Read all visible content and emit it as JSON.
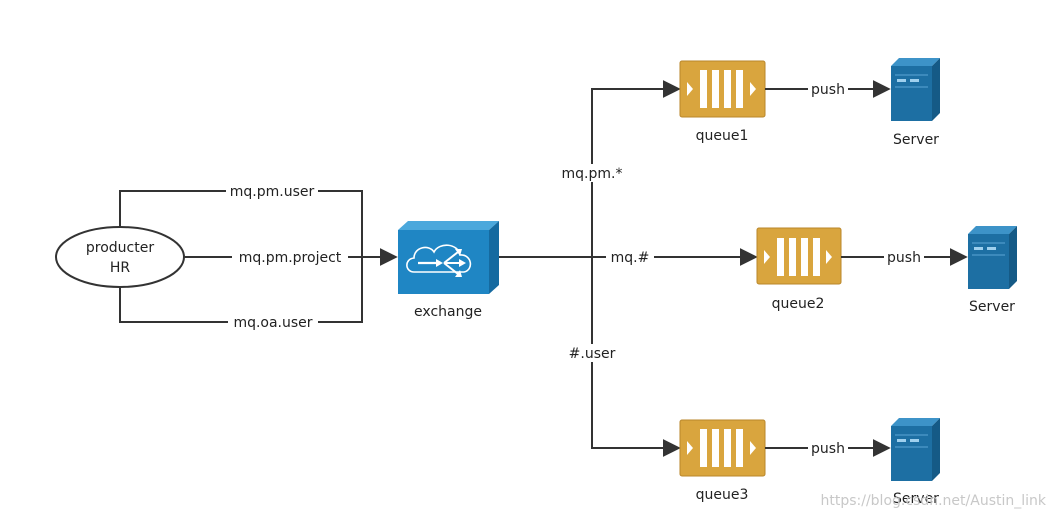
{
  "producer": {
    "line1": "producter",
    "line2": "HR"
  },
  "routing_keys_in": [
    "mq.pm.user",
    "mq.pm.project",
    "mq.oa.user"
  ],
  "exchange": {
    "label": "exchange"
  },
  "bindings": [
    "mq.pm.*",
    "mq.#",
    "#.user"
  ],
  "queues": [
    "queue1",
    "queue2",
    "queue3"
  ],
  "push_label": "push",
  "servers": [
    "Server",
    "Server",
    "Server"
  ],
  "watermark": "https://blog.csdn.net/Austin_link",
  "colors": {
    "queue_fill": "#d9a53e",
    "queue_border": "#b9862a",
    "exchange_front": "#1f86c4",
    "exchange_top": "#4ba8dc",
    "exchange_side": "#156aa0",
    "server_front": "#1d6fa3",
    "server_top": "#3d93c8",
    "server_side": "#155a86",
    "line": "#333333"
  }
}
